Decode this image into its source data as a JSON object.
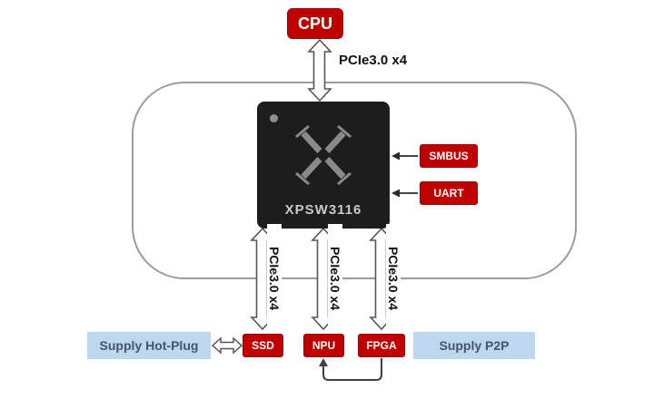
{
  "diagram": {
    "cpu_label": "CPU",
    "upstream_link_label": "PCIe3.0 x4",
    "chip": {
      "name": "XPSW3116"
    },
    "side_ports": [
      {
        "label": "SMBUS"
      },
      {
        "label": "UART"
      }
    ],
    "downstream_links": [
      {
        "label": "PCIe3.0 x4",
        "device": "SSD"
      },
      {
        "label": "PCIe3.0 x4",
        "device": "NPU"
      },
      {
        "label": "PCIe3.0 x4",
        "device": "FPGA"
      }
    ],
    "supply_notes": {
      "hot_plug": "Supply Hot-Plug",
      "p2p": "Supply P2P"
    },
    "colors": {
      "accent_red": "#c00000",
      "note_blue": "#bdd7ee",
      "chip_black": "#1d1d1d"
    }
  }
}
